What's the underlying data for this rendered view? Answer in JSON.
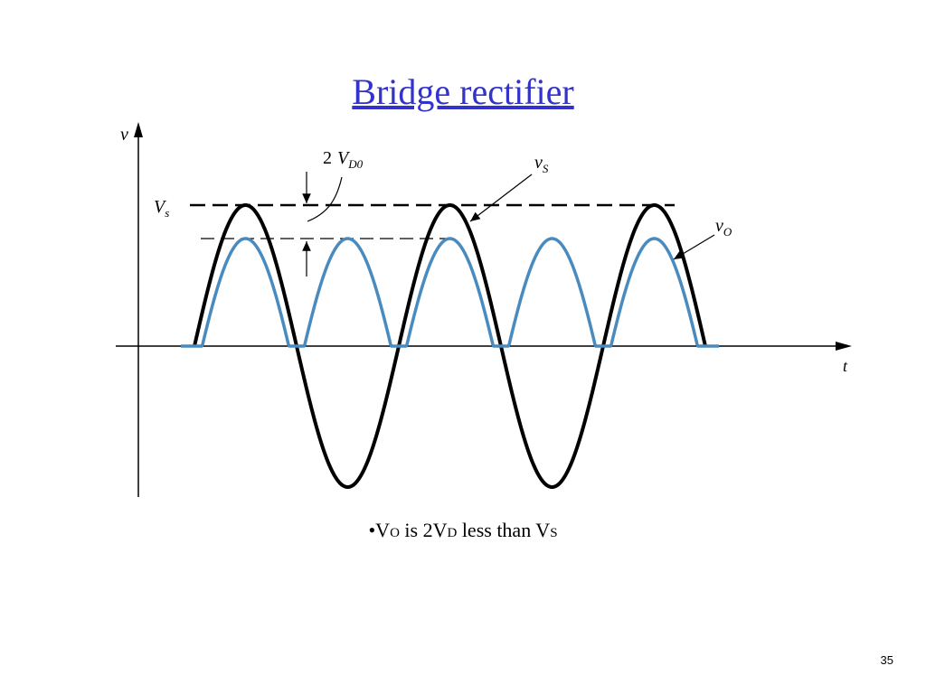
{
  "slide": {
    "title": "Bridge rectifier",
    "page_number": "35"
  },
  "diagram": {
    "axis_v_label": "v",
    "axis_t_label": "t",
    "vs_level_label_main": "V",
    "vs_level_label_sub": "s",
    "drop_label_prefix": "2",
    "drop_label_main": "V",
    "drop_label_sub": "D0",
    "vs_curve_label_main": "v",
    "vs_curve_label_sub": "S",
    "vo_curve_label_main": "v",
    "vo_curve_label_sub": "O",
    "colors": {
      "vs": "#000000",
      "vo": "#4a8bbf",
      "axis": "#000000"
    }
  },
  "caption": {
    "bullet": "•V",
    "o_sub": "O",
    "mid": " is 2V",
    "d_sub": "D",
    "tail": " less than V",
    "s_sub": "S"
  }
}
